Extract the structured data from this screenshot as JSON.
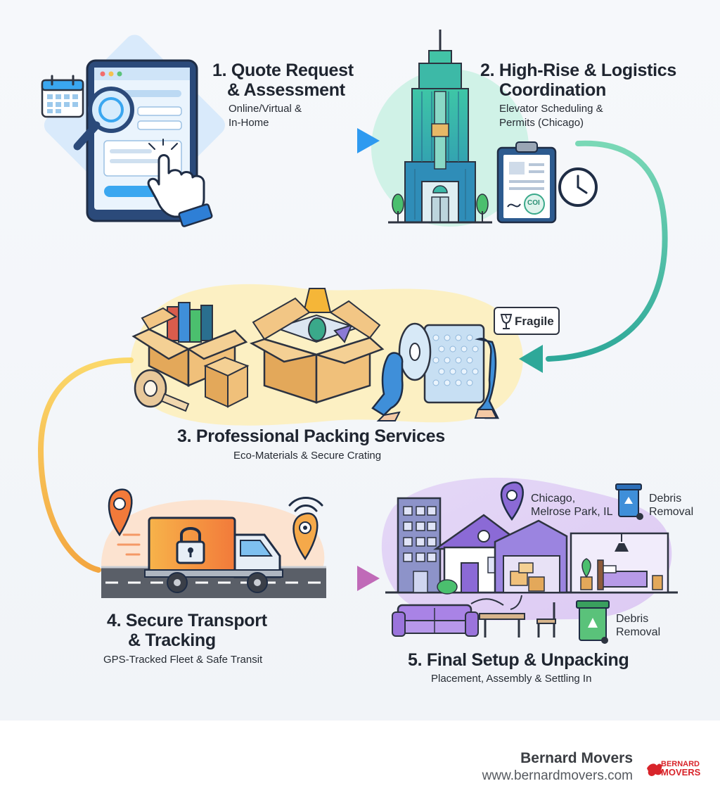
{
  "steps": [
    {
      "title_l1": "1. Quote Request",
      "title_l2": "& Assessment",
      "sub_l1": "Online/Virtual &",
      "sub_l2": "In-Home"
    },
    {
      "title_l1": "2. High-Rise & Logistics",
      "title_l2": "Coordination",
      "sub_l1": "Elevator Scheduling &",
      "sub_l2": "Permits (Chicago)"
    },
    {
      "title_l1": "3. Professional Packing Services",
      "sub_l1": "Eco-Materials & Secure Crating"
    },
    {
      "title_l1": "4. Secure Transport",
      "title_l2": "& Tracking",
      "sub_l1": "GPS-Tracked Fleet & Safe Transit"
    },
    {
      "title_l1": "5. Final Setup & Unpacking",
      "sub_l1": "Placement, Assembly & Settling In"
    }
  ],
  "labels": {
    "fragile": "Fragile",
    "coi": "COI",
    "location_l1": "Chicago,",
    "location_l2": "Melrose Park, IL",
    "debris1_l1": "Debris",
    "debris1_l2": "Removal",
    "debris2_l1": "Debris",
    "debris2_l2": "Removal"
  },
  "footer": {
    "brand": "Bernard Movers",
    "url": "www.bernardmovers.com",
    "logo_l1": "BERNARD",
    "logo_l2": "MOVERS"
  },
  "colors": {
    "arrow1": "#3aa7f0",
    "arrow2": "#4bbfa0",
    "arrow3": "#f5b638",
    "arrow4": "#d377b0",
    "logo_red": "#d8242a"
  },
  "icons": [
    "calendar-icon",
    "magnifier-icon",
    "tablet-icon",
    "pointing-hand-icon",
    "skyscraper-icon",
    "clipboard-icon",
    "clock-icon",
    "fragile-glass-icon",
    "box-icon",
    "tape-icon",
    "bubble-wrap-icon",
    "gloved-hands-icon",
    "map-pin-icon",
    "signal-icon",
    "truck-icon",
    "padlock-icon",
    "recycle-bin-icon",
    "house-icon",
    "building-icon",
    "sofa-icon",
    "table-icon",
    "chair-icon",
    "lamp-icon",
    "bed-icon",
    "plant-icon"
  ]
}
